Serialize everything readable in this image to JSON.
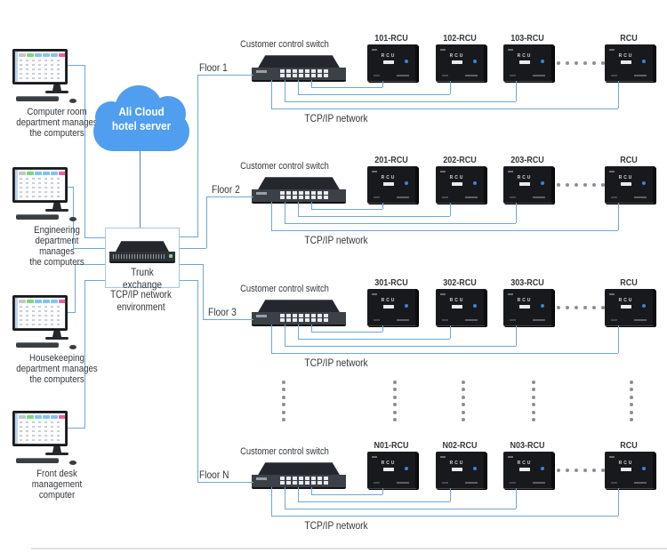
{
  "palette": {
    "line_blue": "#6fa7d4",
    "box_border_blue": "#a6c7e0",
    "cloud_blue": "#4f9ef0",
    "device_black": "#17191d",
    "led_blue": "#3d85d8",
    "dot_gray": "#8b8f94",
    "text_color": "#33373c"
  },
  "cloud": {
    "label_lines": [
      "Ali Cloud",
      "hotel server"
    ]
  },
  "trunk": {
    "label": "Trunk exchange",
    "environment_label": "TCP/IP network environment"
  },
  "computers": [
    {
      "label_lines": [
        "Computer room",
        "department manages",
        "the computers"
      ]
    },
    {
      "label_lines": [
        "Engineering",
        "department",
        "manages",
        "the computers"
      ]
    },
    {
      "label_lines": [
        "Housekeeping",
        "department manages",
        "the computers"
      ]
    },
    {
      "label_lines": [
        "Front desk",
        "management",
        "computer"
      ]
    }
  ],
  "floors": [
    {
      "floor_label": "Floor 1",
      "switch_label": "Customer control switch",
      "network_label": "TCP/IP network",
      "rcus": [
        "101-RCU",
        "102-RCU",
        "103-RCU",
        "RCU"
      ]
    },
    {
      "floor_label": "Floor 2",
      "switch_label": "Customer control switch",
      "network_label": "TCP/IP network",
      "rcus": [
        "201-RCU",
        "202-RCU",
        "203-RCU",
        "RCU"
      ]
    },
    {
      "floor_label": "Floor 3",
      "switch_label": "Customer control switch",
      "network_label": "TCP/IP network",
      "rcus": [
        "301-RCU",
        "302-RCU",
        "303-RCU",
        "RCU"
      ]
    },
    {
      "floor_label": "Floor N",
      "switch_label": "Customer control switch",
      "network_label": "TCP/IP network",
      "rcus": [
        "N01-RCU",
        "N02-RCU",
        "N03-RCU",
        "RCU"
      ]
    }
  ],
  "rcu_device_text": "RCU"
}
